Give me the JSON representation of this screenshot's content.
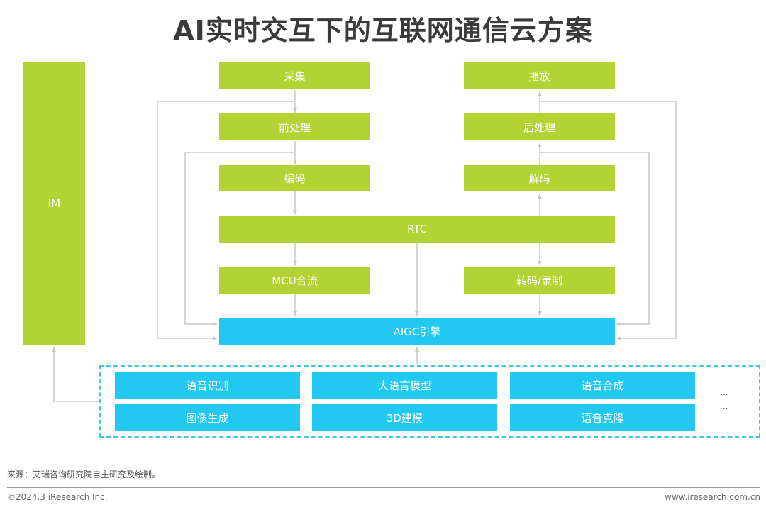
{
  "title": "AI实时交互下的互联网通信云方案",
  "colors": {
    "green": "#b3d334",
    "blue": "#22c8f0",
    "connector": "#c8c8c8",
    "dashed_border": "#3ec6ec"
  },
  "im": {
    "label": "IM"
  },
  "send_chain": [
    "采集",
    "前处理",
    "编码"
  ],
  "receive_chain": [
    "播放",
    "后处理",
    "解码"
  ],
  "rtc": {
    "label": "RTC"
  },
  "mcu": {
    "label": "MCU合流"
  },
  "transcode": {
    "label": "转码/录制"
  },
  "aigc_engine": {
    "label": "AIGC引擎"
  },
  "ai_capabilities": {
    "row1": [
      "语音识别",
      "大语言模型",
      "语音合成"
    ],
    "row2": [
      "图像生成",
      "3D建模",
      "语音克隆"
    ],
    "more": [
      "...",
      "..."
    ]
  },
  "footer": {
    "source": "来源：艾瑞咨询研究院自主研究及绘制。",
    "copyright": "©2024.3 iResearch Inc.",
    "website": "www.iresearch.com.cn"
  }
}
